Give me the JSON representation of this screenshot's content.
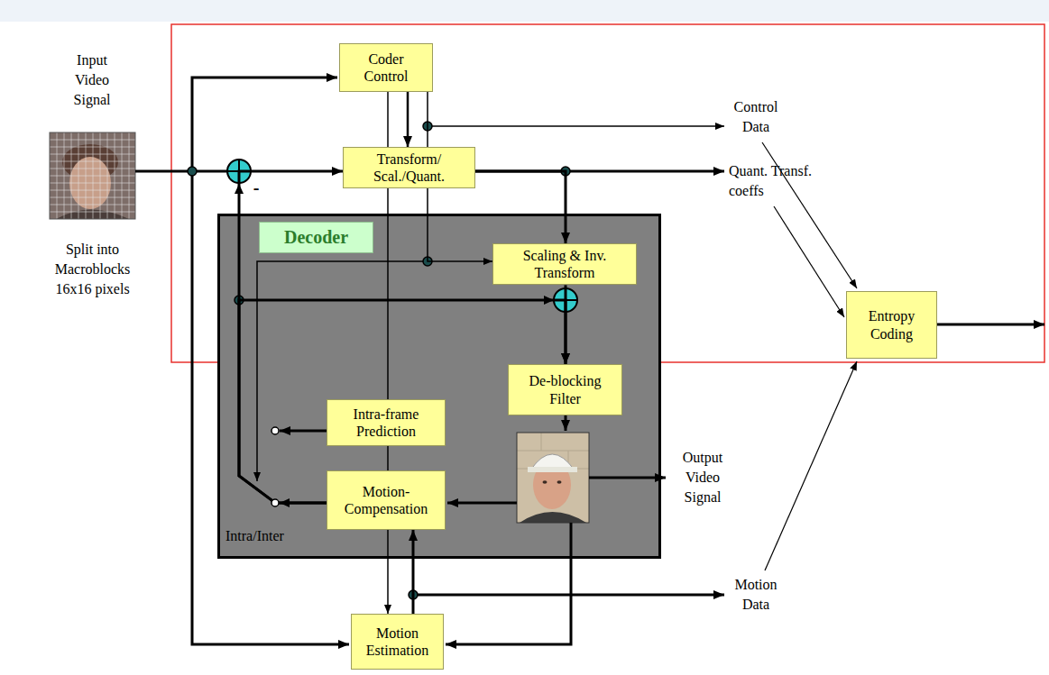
{
  "diagram": {
    "nodes": [
      {
        "text": [
          "Coder Control"
        ]
      },
      {
        "text": [
          "Transform/ Scal./Quant."
        ]
      },
      {
        "text": [
          "Decoder"
        ]
      },
      {
        "text": [
          "Scaling & Inv. Transform"
        ],
        "in": 2
      },
      {
        "text": [
          "De-blocking Filter"
        ],
        "in": 2
      },
      {
        "text": [
          "Intra-frame Prediction"
        ],
        "in": 2
      },
      {
        "text": [
          "Motion-Compensation"
        ],
        "in": 2
      },
      {
        "text": [
          "Entropy Coding"
        ]
      },
      {
        "text": [
          "Motion Estimation"
        ]
      }
    ],
    "edges": [
      {
        "from": 0,
        "to": 1,
        "arrow": "to"
      },
      {
        "from": 0,
        "to": 3,
        "arrow": "to"
      },
      {
        "from": 0,
        "to": 8,
        "arrow": "to"
      },
      {
        "from": 1,
        "to": 3,
        "arrow": "to"
      },
      {
        "from": 3,
        "to": 4,
        "arrow": "to"
      },
      {
        "from": 6,
        "to": 1,
        "arrow": "to"
      },
      {
        "from": 6,
        "to": 4,
        "arrow": "to"
      },
      {
        "from": 8,
        "to": 6,
        "arrow": "to"
      }
    ],
    "labels": [
      "Input Video Signal",
      "Split into Macroblocks 16x16 pixels",
      "Control Data",
      "Quant. Transf. coeffs",
      "-",
      "Output Video Signal",
      "Intra/Inter",
      "Motion Data"
    ]
  }
}
